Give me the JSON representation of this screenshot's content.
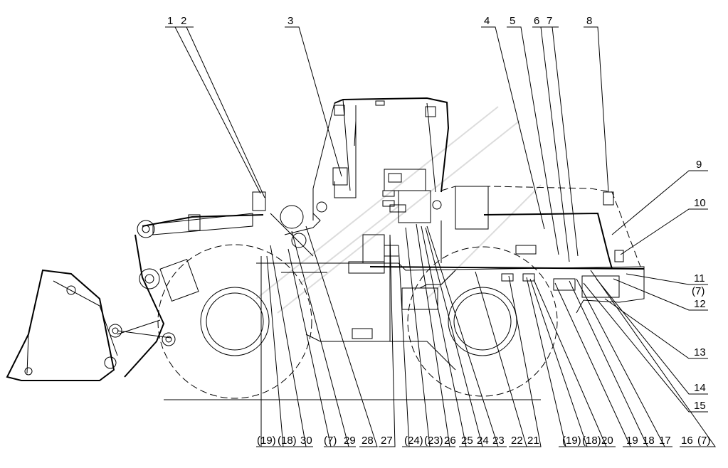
{
  "callouts_top": [
    "1",
    "2",
    "3",
    "4",
    "5",
    "6",
    "7",
    "8"
  ],
  "callouts_right": [
    "9",
    "10",
    "11",
    "(7)",
    "12",
    "13",
    "14",
    "15",
    "16",
    "(7)"
  ],
  "callouts_bottom": [
    "(19)",
    "(18)",
    "30",
    "(7)",
    "29",
    "28",
    "27",
    "(24)",
    "(23)",
    "26",
    "25",
    "24",
    "23",
    "22",
    "21",
    "(19)",
    "(18)",
    "20",
    "19",
    "18",
    "17"
  ]
}
